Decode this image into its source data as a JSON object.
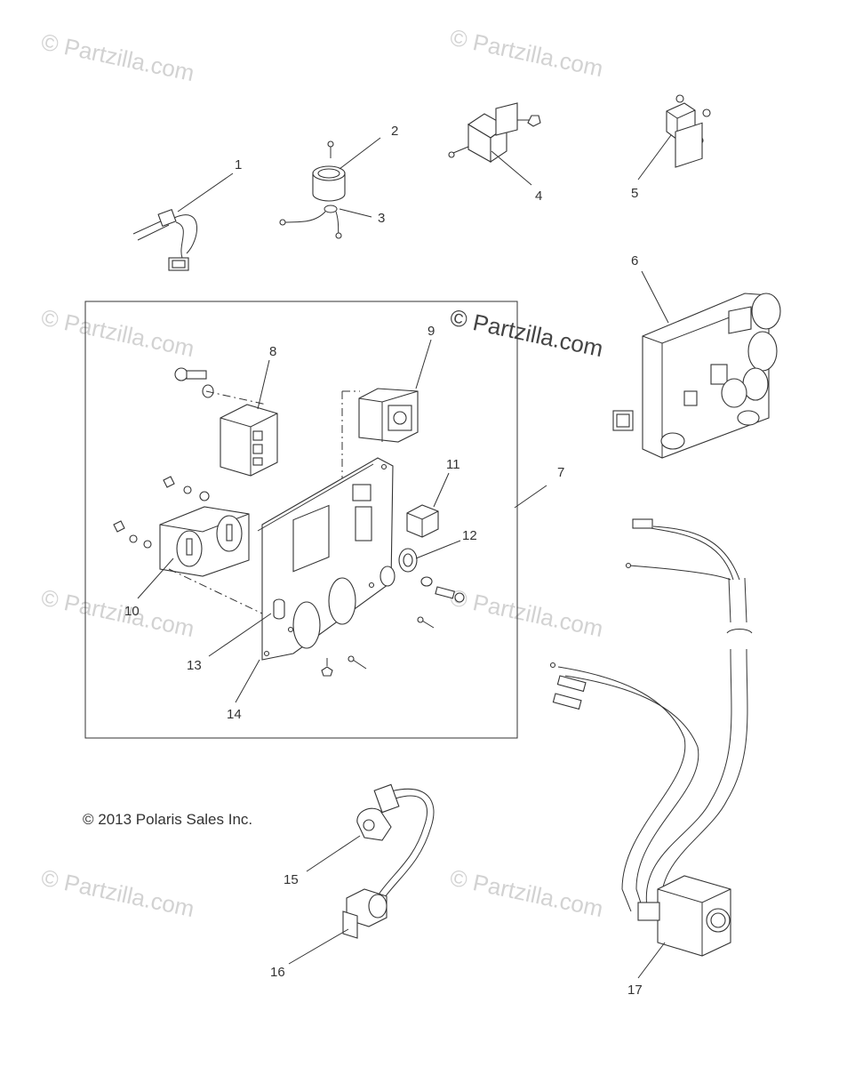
{
  "copyright": "© 2013 Polaris Sales Inc.",
  "watermark": "© Partzilla.com",
  "callouts": [
    "1",
    "2",
    "3",
    "4",
    "5",
    "6",
    "7",
    "8",
    "9",
    "10",
    "11",
    "12",
    "13",
    "14",
    "15",
    "16",
    "17"
  ],
  "colors": {
    "line": "#333333",
    "watermark": "#d2d2d2",
    "background": "#ffffff"
  }
}
